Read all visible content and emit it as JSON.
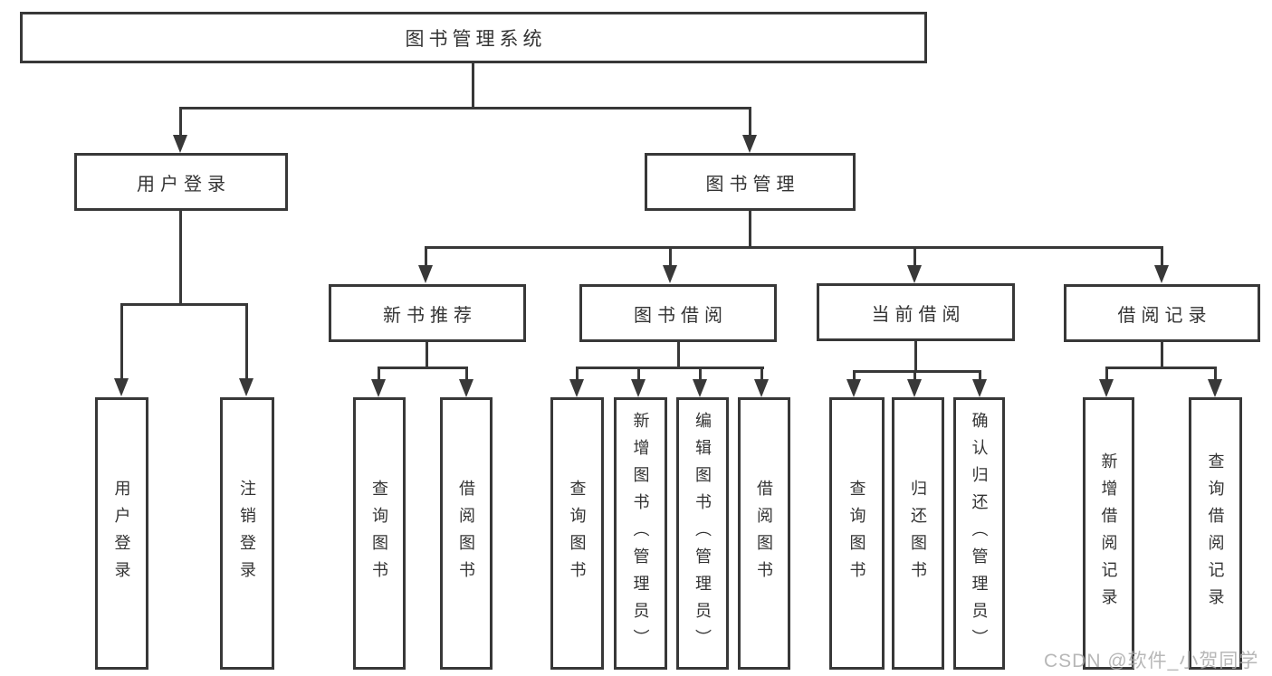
{
  "colors": {
    "line": "#383838",
    "node_border": "#383838",
    "node_fill": "#ffffff",
    "text": "#333333",
    "watermark": "#ababab",
    "background": "#ffffff"
  },
  "watermark": {
    "text": "CSDN @软件_小贺同学"
  },
  "tree": {
    "root": "图书管理系统",
    "level2": [
      {
        "label": "用户登录",
        "leaves": [
          "用户登录",
          "注销登录"
        ]
      },
      {
        "label": "图书管理"
      }
    ],
    "level3": [
      {
        "label": "新书推荐",
        "leaves": [
          "查询图书",
          "借阅图书"
        ]
      },
      {
        "label": "图书借阅",
        "leaves": [
          "查询图书",
          "新增图书（管理员）",
          "编辑图书（管理员）",
          "借阅图书"
        ]
      },
      {
        "label": "当前借阅",
        "leaves": [
          "查询图书",
          "归还图书",
          "确认归还（管理员）"
        ]
      },
      {
        "label": "借阅记录",
        "leaves": [
          "新增借阅记录",
          "查询借阅记录"
        ]
      }
    ]
  }
}
